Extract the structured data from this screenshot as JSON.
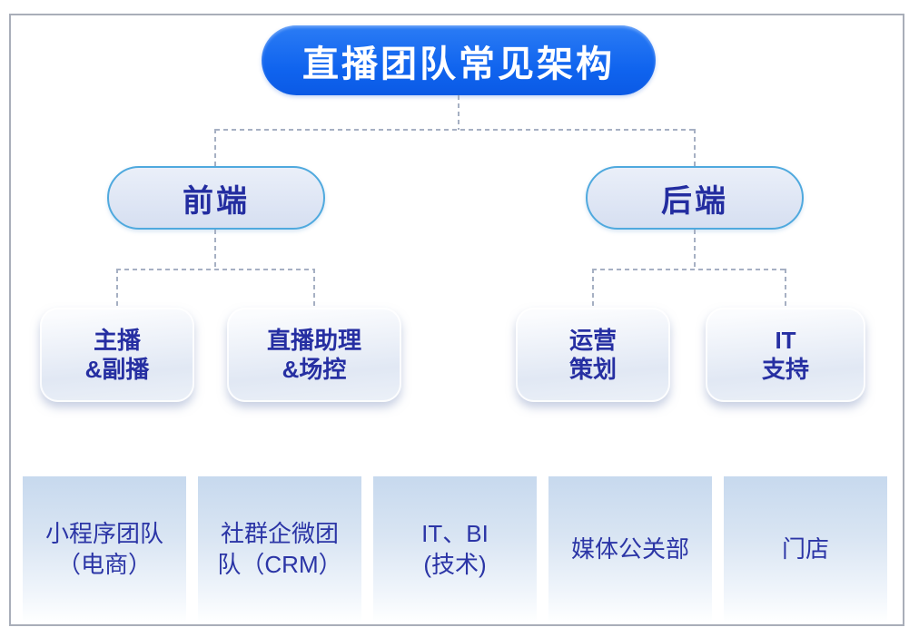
{
  "tree": {
    "root": {
      "label": "直播团队常见架构"
    },
    "branches": [
      {
        "label": "前端"
      },
      {
        "label": "后端"
      }
    ],
    "roles": [
      {
        "line1": "主播",
        "line2": "&副播"
      },
      {
        "line1": "直播助理",
        "line2": "&场控"
      },
      {
        "line1": "运营",
        "line2": "策划"
      },
      {
        "line1": "IT",
        "line2": "支持"
      }
    ]
  },
  "departments": [
    {
      "line1": "小程序团队",
      "line2": "（电商）"
    },
    {
      "line1": "社群企微团",
      "line2": "队（CRM）"
    },
    {
      "line1": "IT、BI",
      "line2": "(技术)"
    },
    {
      "line1": "媒体公关部",
      "line2": ""
    },
    {
      "line1": "门店",
      "line2": ""
    }
  ],
  "colors": {
    "title_bg": "#0f63ee",
    "title_text": "#ffffff",
    "branch_pill_fill": "#dce4f3",
    "branch_pill_border": "#4fa9de",
    "node_text": "#242e9f",
    "dept_gradient_top": "#c7d9ee",
    "connector": "#a6b0c3",
    "frame_border": "#a9aeb9"
  }
}
